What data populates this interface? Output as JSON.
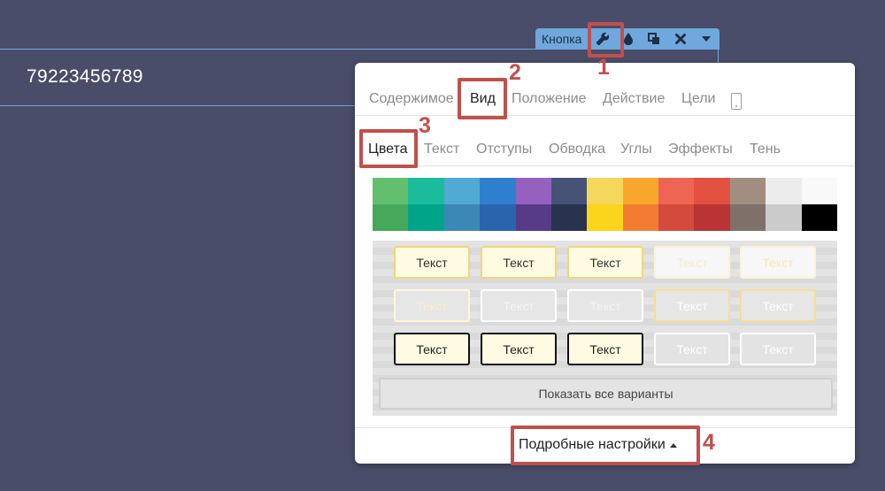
{
  "canvas": {
    "phone_value": "79223456789"
  },
  "toolbar": {
    "label": "Кнопка",
    "icons": [
      "wrench-icon",
      "droplet-icon",
      "copy-icon",
      "close-icon",
      "caret-down-icon"
    ]
  },
  "main_tabs": [
    {
      "label": "Содержимое",
      "active": false
    },
    {
      "label": "Вид",
      "active": true
    },
    {
      "label": "Положение",
      "active": false
    },
    {
      "label": "Действие",
      "active": false
    },
    {
      "label": "Цели",
      "active": false
    }
  ],
  "sub_tabs": [
    {
      "label": "Цвета",
      "active": true
    },
    {
      "label": "Текст",
      "active": false
    },
    {
      "label": "Отступы",
      "active": false
    },
    {
      "label": "Обводка",
      "active": false
    },
    {
      "label": "Углы",
      "active": false
    },
    {
      "label": "Эффекты",
      "active": false
    },
    {
      "label": "Тень",
      "active": false
    }
  ],
  "palette": {
    "light": [
      "#62bf6e",
      "#1abc9c",
      "#52a9d4",
      "#2f7fcf",
      "#9461be",
      "#465377",
      "#f5d75c",
      "#f9a62c",
      "#ee6553",
      "#e35140",
      "#a18e80",
      "#ececec",
      "#f9f9f9"
    ],
    "dark": [
      "#45a85a",
      "#00a486",
      "#3b88b6",
      "#2a64ad",
      "#573a88",
      "#283350",
      "#fbd41c",
      "#f37b32",
      "#d44b3e",
      "#b93432",
      "#7f7069",
      "#cbcbcb",
      "#000000"
    ]
  },
  "presets": {
    "text": "Текст",
    "rows": [
      [
        {
          "bg": "#fffbe2",
          "border": "#f3d679",
          "color": "#333333"
        },
        {
          "bg": "#fffbe2",
          "border": "#f3d679",
          "color": "#333333"
        },
        {
          "bg": "#fffbe2",
          "border": "#f3d679",
          "color": "#333333"
        },
        {
          "bg": "#f7f7f7",
          "border": "#fbf3d6",
          "color": "#f2ecd6"
        },
        {
          "bg": "#f7f7f7",
          "border": "#fbf3d6",
          "color": "#f7e8b4"
        }
      ],
      [
        {
          "bg": "#e6e6e6",
          "border": "#fff7d8",
          "color": "#f7efcf"
        },
        {
          "bg": "#e6e6e6",
          "border": "#ffffff",
          "color": "#f4f4f4"
        },
        {
          "bg": "#e6e6e6",
          "border": "#ffffff",
          "color": "#f4f4f4"
        },
        {
          "bg": "#e6e6e6",
          "border": "#f5de90",
          "color": "#ffffff"
        },
        {
          "bg": "#e6e6e6",
          "border": "#f5de90",
          "color": "#ffffff"
        }
      ],
      [
        {
          "bg": "#fffbe2",
          "border": "#111111",
          "color": "#222222"
        },
        {
          "bg": "#fffbe2",
          "border": "#111111",
          "color": "#222222"
        },
        {
          "bg": "#fffbe2",
          "border": "#111111",
          "color": "#222222"
        },
        {
          "bg": "#e3e3e3",
          "border": "#ffffff",
          "color": "#ffffff"
        },
        {
          "bg": "#e3e3e3",
          "border": "#ffffff",
          "color": "#ffffff"
        }
      ]
    ],
    "show_all_label": "Показать все варианты"
  },
  "footer": {
    "detail_label": "Подробные настройки"
  },
  "callouts": [
    "1",
    "2",
    "3",
    "4"
  ],
  "accent_color": "#c0504d"
}
